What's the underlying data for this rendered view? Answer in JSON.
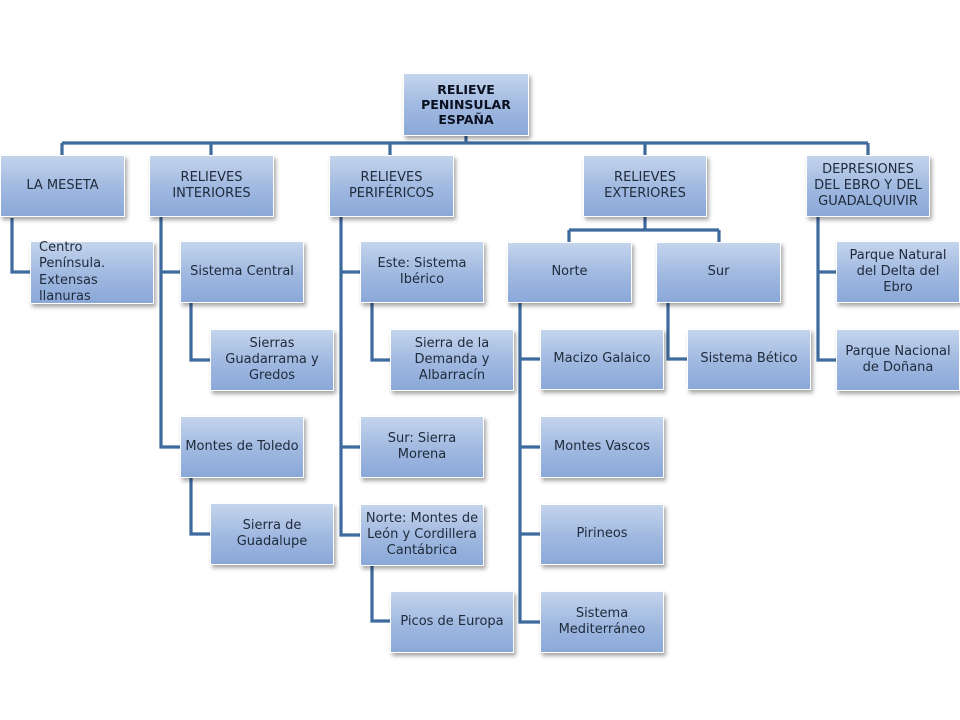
{
  "root": {
    "title": "RELIEVE PENINSULAR ESPAÑA"
  },
  "meseta": {
    "title": "LA MESETA",
    "detail_lines": [
      "Centro Península.",
      "Extensas llanuras"
    ]
  },
  "interiores": {
    "title": "RELIEVES INTERIORES",
    "sistema_central": {
      "title": "Sistema Central",
      "child": "Sierras Guadarrama y Gredos"
    },
    "montes_toledo": {
      "title": "Montes de Toledo",
      "child": "Sierra de Guadalupe"
    }
  },
  "perifericos": {
    "title": "RELIEVES PERIFÉRICOS",
    "este": {
      "title": "Este: Sistema Ibérico",
      "child": "Sierra de la Demanda y Albarracín"
    },
    "sur": {
      "title": "Sur: Sierra Morena"
    },
    "norte": {
      "title": "Norte: Montes de León y Cordillera Cantábrica",
      "child": "Picos de Europa"
    }
  },
  "exteriores": {
    "title": "RELIEVES EXTERIORES",
    "norte": {
      "title": "Norte",
      "children": [
        "Macizo Galaico",
        "Montes Vascos",
        "Pirineos",
        "Sistema Mediterráneo"
      ]
    },
    "sur": {
      "title": "Sur",
      "child": "Sistema Bético"
    }
  },
  "depresiones": {
    "title": "DEPRESIONES DEL EBRO Y DEL GUADALQUIVIR",
    "children": [
      "Parque Natural del Delta del Ebro",
      "Parque Nacional de Doñana"
    ]
  },
  "colors": {
    "connector": "#3e6a9e",
    "box_top": "#c4d4ec",
    "box_bottom": "#8aa8d8"
  }
}
